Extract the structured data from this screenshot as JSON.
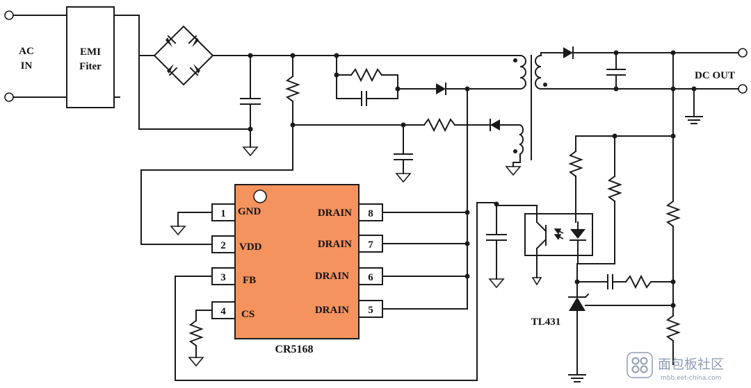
{
  "colors": {
    "ic_fill": "#f5935f",
    "wire": "#1a1a1a",
    "watermark": "#7a8aa8"
  },
  "labels": {
    "ac_in_line1": "AC",
    "ac_in_line2": "IN",
    "emi_line1": "EMI",
    "emi_line2": "Fiter",
    "dc_out": "DC OUT",
    "ic_name": "CR5168",
    "tl431": "TL431"
  },
  "ic_pins": {
    "left": [
      {
        "number": "1",
        "name": "GND"
      },
      {
        "number": "2",
        "name": "VDD"
      },
      {
        "number": "3",
        "name": "FB"
      },
      {
        "number": "4",
        "name": "CS"
      }
    ],
    "right": [
      {
        "number": "8",
        "name": "DRAIN"
      },
      {
        "number": "7",
        "name": "DRAIN"
      },
      {
        "number": "6",
        "name": "DRAIN"
      },
      {
        "number": "5",
        "name": "DRAIN"
      }
    ]
  },
  "watermark": {
    "text": "面包板社区",
    "url": "mbb.eet-china.com"
  }
}
